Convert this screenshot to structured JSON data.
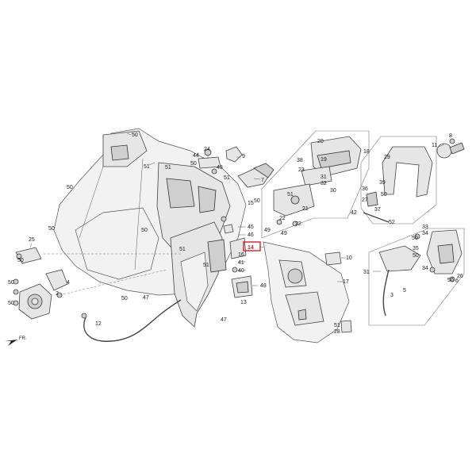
{
  "highlight": {
    "label": "14",
    "color": "#d0202a"
  },
  "direction_label": "FR.",
  "callouts": {
    "c50a": "50",
    "c51a": "51",
    "c24": "24",
    "c44": "44",
    "c43": "43",
    "c9": "9",
    "c51b": "51",
    "c50b": "50",
    "c7": "7",
    "c51c": "51",
    "c50c": "50",
    "c25": "25",
    "c50d": "50",
    "c50e": "50",
    "c4": "4",
    "c2": "2",
    "c50f": "50",
    "c50g": "50",
    "c51d": "51",
    "c50h": "50",
    "c50i": "50",
    "c47a": "47",
    "c12": "12",
    "c47b": "47",
    "c15": "15",
    "c45": "45",
    "c46": "46",
    "c16": "16",
    "c41": "41",
    "c40": "40",
    "c48": "48",
    "c13": "13",
    "c51e": "51",
    "c50j": "50",
    "c10": "10",
    "c17": "17",
    "c51f": "51",
    "c28": "28",
    "c20": "20",
    "c18": "18",
    "c38": "38",
    "c19": "19",
    "c23": "23",
    "c31a": "31",
    "c32": "32",
    "c30": "30",
    "c51g": "51",
    "c21": "21",
    "c22a": "22",
    "c22b": "22",
    "c49a": "49",
    "c49b": "49",
    "c29": "29",
    "c39": "39",
    "c36": "36",
    "c27": "27",
    "c50k": "50",
    "c37": "37",
    "c42": "42",
    "c52": "52",
    "c8": "8",
    "c11": "11",
    "c33": "33",
    "c34a": "34",
    "c50l": "50",
    "c35": "35",
    "c50m": "50",
    "c34b": "34",
    "c26": "26",
    "c31b": "31",
    "c5": "5",
    "c3": "3",
    "c6": "6",
    "c50n": "50"
  }
}
